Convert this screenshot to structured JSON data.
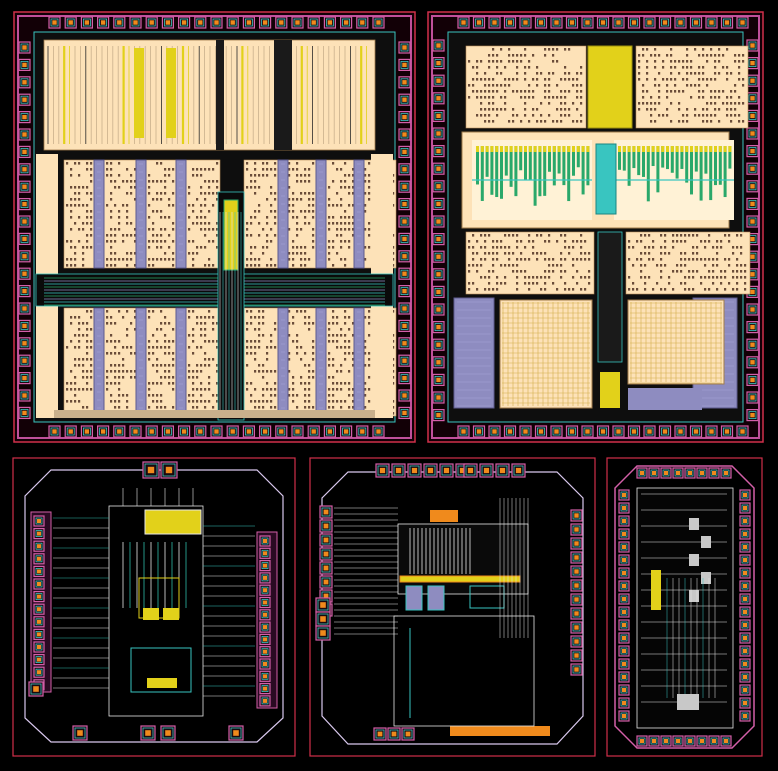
{
  "canvas": {
    "background": "#000000"
  },
  "palette": {
    "die_border": "#d0304a",
    "seal_ring": "#c0509a",
    "core_fill": "#fde2b8",
    "sram_fill": "#8e8cc0",
    "metal_yellow": "#e2d11a",
    "metal_green": "#2aa86a",
    "metal_cyan": "#39c5c0",
    "pad_orange": "#f08a1c",
    "pad_ring_pink": "#d35fa8",
    "wire_white": "#e8e8e8",
    "wire_teal": "#2fb9a8"
  },
  "layouts": [
    {
      "id": "die-top-left",
      "kind": "digital-core",
      "pads_per_side": 21
    },
    {
      "id": "die-top-right",
      "kind": "mixed-signal",
      "pads_per_side": 19
    },
    {
      "id": "die-bottom-1",
      "kind": "analog",
      "pads_per_side": 14
    },
    {
      "id": "die-bottom-2",
      "kind": "analog",
      "pads_per_side": 12
    },
    {
      "id": "die-bottom-3",
      "kind": "analog",
      "pads_per_side": 10
    }
  ]
}
